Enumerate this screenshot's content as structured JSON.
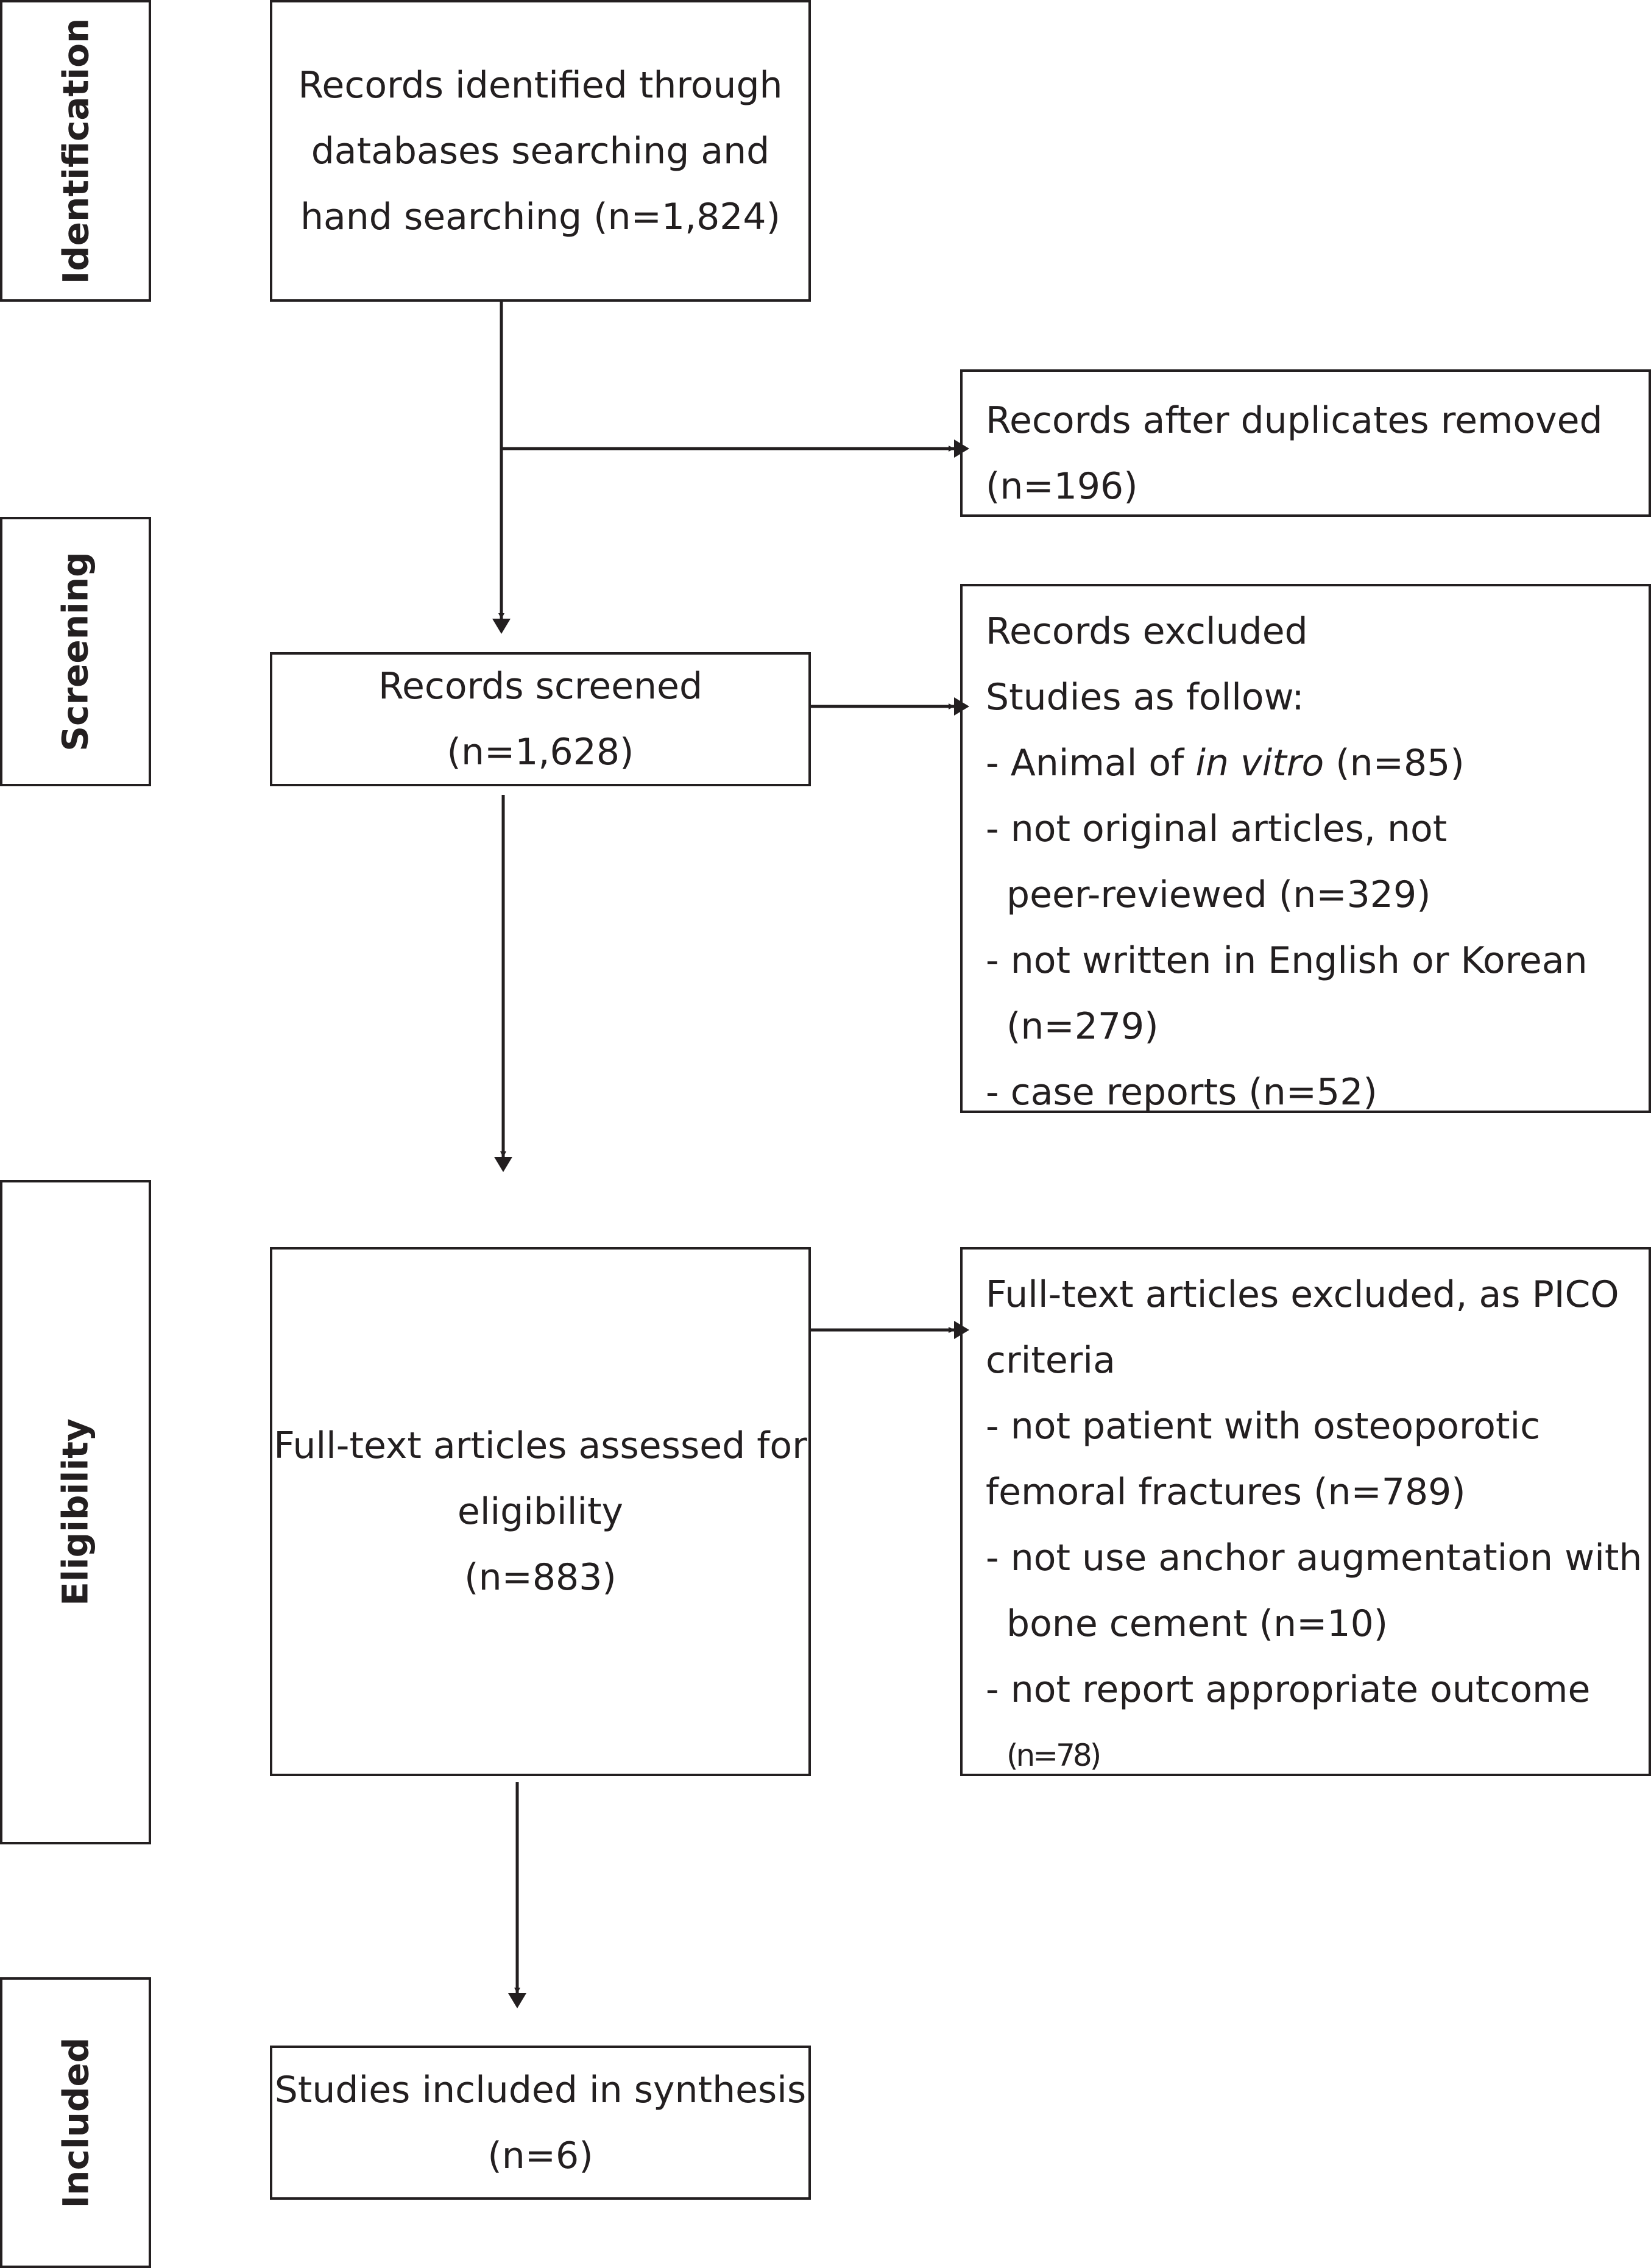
{
  "stages": {
    "identification": "Identification",
    "screening": "Screening",
    "eligibility": "Eligibility",
    "included": "Included"
  },
  "boxes": {
    "identified": [
      "Records identified through",
      "databases searching and",
      "hand searching (n=1,824)"
    ],
    "duplicates": [
      "Records after duplicates removed",
      "(n=196)"
    ],
    "screened": [
      "Records screened",
      "(n=1,628)"
    ],
    "excluded": {
      "title": "Records excluded",
      "subtitle": "Studies as follow:",
      "item1_prefix": "- Animal of ",
      "item1_italic": "in vitro",
      "item1_suffix": " (n=85)",
      "item2": [
        "- not original articles, not",
        "peer-reviewed (n=329)"
      ],
      "item3": [
        "- not written in English or Korean",
        "(n=279)"
      ],
      "item4": "- case reports (n=52)"
    },
    "fulltext": [
      "Full-text articles assessed for",
      "eligibility",
      "(n=883)"
    ],
    "fulltext_excluded": {
      "lines": [
        "Full-text articles excluded, as PICO",
        "criteria",
        "- not patient with osteoporotic",
        "femoral fractures (n=789)",
        "- not use anchor augmentation with",
        "bone cement (n=10)",
        "- not report appropriate outcome"
      ],
      "last": "(n=78)"
    },
    "included": [
      "Studies included in synthesis",
      "(n=6)"
    ]
  }
}
